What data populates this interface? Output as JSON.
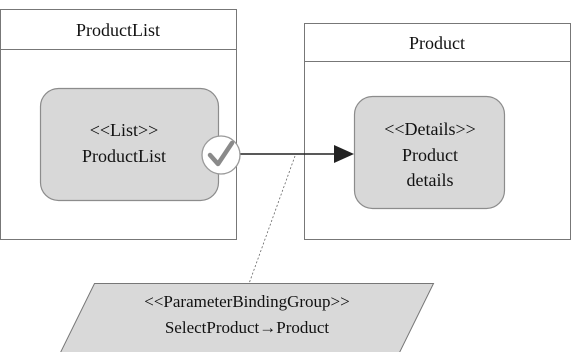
{
  "containers": {
    "left": {
      "title": "ProductList"
    },
    "right": {
      "title": "Product"
    }
  },
  "nodes": {
    "list": {
      "stereotype": "<<List>>",
      "name": "ProductList"
    },
    "details": {
      "stereotype": "<<Details>>",
      "name_line1": "Product",
      "name_line2": "details"
    }
  },
  "binding": {
    "stereotype": "<<ParameterBindingGroup>>",
    "label": "SelectProduct→Product"
  },
  "icons": {
    "select": "checkmark-circle-icon",
    "arrow": "arrowhead-icon"
  },
  "colors": {
    "node_fill": "#d8d8d8",
    "node_stroke": "#8c8c8c",
    "container_stroke": "#777777",
    "binding_fill": "#d9d9d9",
    "check": "#8a8a8a"
  }
}
